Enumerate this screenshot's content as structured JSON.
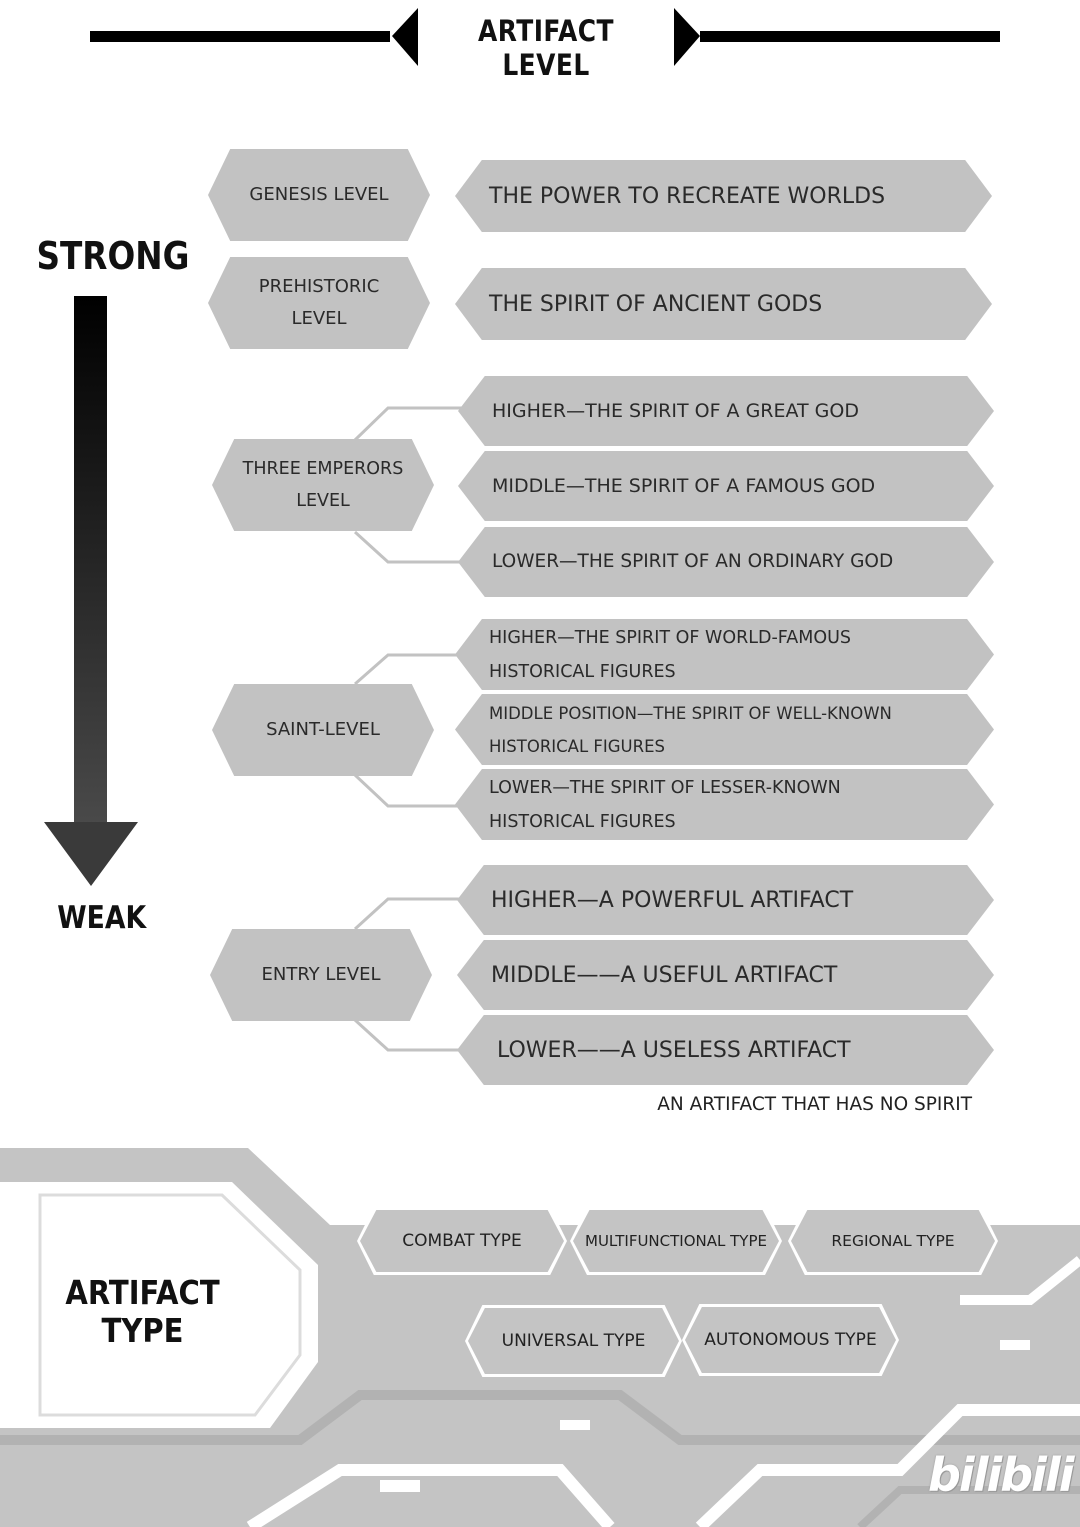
{
  "title": "ARTIFACT LEVEL",
  "scale": {
    "strong": "STRONG",
    "weak": "WEAK"
  },
  "levels": [
    {
      "name": [
        "GENESIS LEVEL"
      ],
      "tiers": [
        "THE POWER TO RECREATE WORLDS"
      ]
    },
    {
      "name": [
        "PREHISTORIC",
        "LEVEL"
      ],
      "tiers": [
        "THE SPIRIT OF ANCIENT GODS"
      ]
    },
    {
      "name": [
        "THREE EMPERORS",
        "LEVEL"
      ],
      "tiers": [
        "HIGHER—THE SPIRIT OF A GREAT GOD",
        "MIDDLE—THE SPIRIT OF A FAMOUS GOD",
        "LOWER—THE SPIRIT OF AN ORDINARY GOD"
      ]
    },
    {
      "name": [
        "SAINT-LEVEL"
      ],
      "tiers": [
        [
          "HIGHER—THE SPIRIT OF WORLD-FAMOUS",
          "HISTORICAL FIGURES"
        ],
        [
          "MIDDLE POSITION—THE SPIRIT OF WELL-KNOWN",
          "HISTORICAL FIGURES"
        ],
        [
          "LOWER—THE SPIRIT OF LESSER-KNOWN",
          "HISTORICAL FIGURES"
        ]
      ]
    },
    {
      "name": [
        "ENTRY LEVEL"
      ],
      "tiers": [
        "HIGHER—A POWERFUL ARTIFACT",
        "MIDDLE——A USEFUL ARTIFACT",
        "LOWER——A USELESS ARTIFACT"
      ]
    }
  ],
  "entry_note": "AN ARTIFACT THAT HAS NO SPIRIT",
  "artifact_type": {
    "title": [
      "ARTIFACT",
      "TYPE"
    ],
    "types": [
      "COMBAT TYPE",
      "MULTIFUNCTIONAL TYPE",
      "REGIONAL TYPE",
      "UNIVERSAL TYPE",
      "AUTONOMOUS TYPE"
    ]
  },
  "watermark": "bilibili"
}
